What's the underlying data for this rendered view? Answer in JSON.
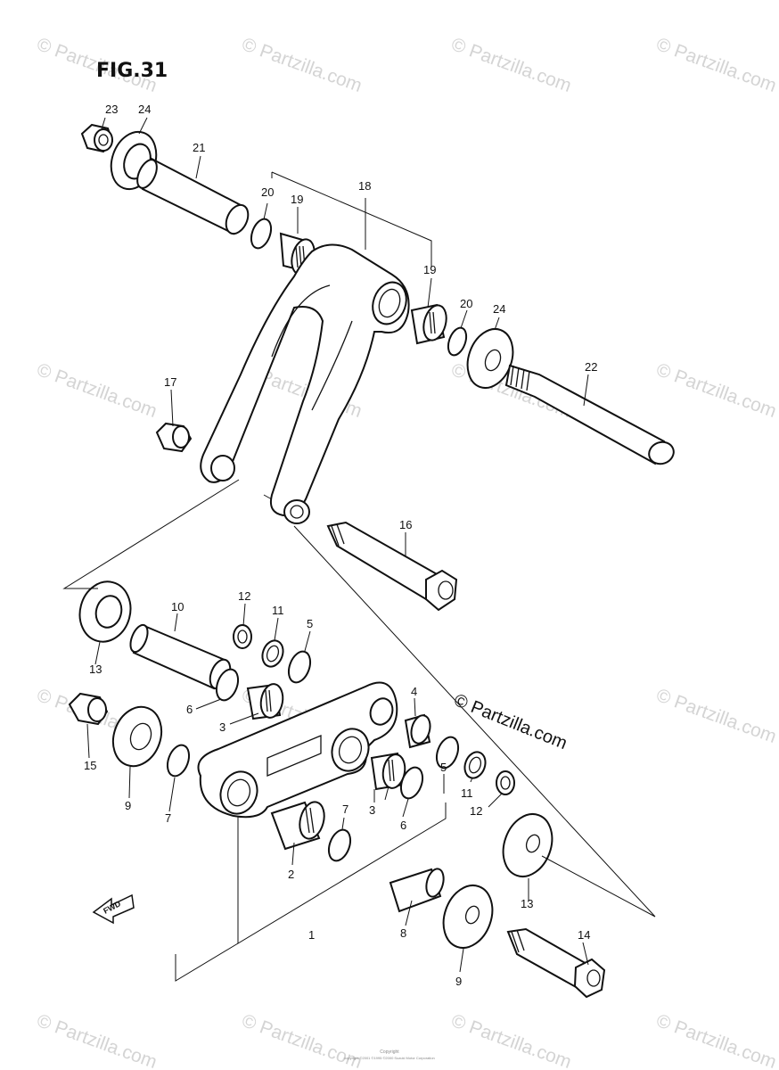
{
  "figure": {
    "title": "FIG.31"
  },
  "watermark": {
    "text": "© Partzilla.com"
  },
  "callouts": {
    "c23": "23",
    "c24a": "24",
    "c21": "21",
    "c20a": "20",
    "c19a": "19",
    "c18": "18",
    "c19b": "19",
    "c20b": "20",
    "c24b": "24",
    "c22": "22",
    "c17": "17",
    "c16": "16",
    "c10": "10",
    "c12a": "12",
    "c11a": "11",
    "c5a": "5",
    "c13a": "13",
    "c6a": "6",
    "c3a": "3",
    "c4": "4",
    "c15": "15",
    "c9a": "9",
    "c7a": "7",
    "c11b": "11",
    "c12b": "12",
    "c5b": "5",
    "c3b": "3",
    "c6b": "6",
    "c7b": "7",
    "c2": "2",
    "c13b": "13",
    "c8": "8",
    "c1": "1",
    "c14": "14",
    "c9b": "9"
  },
  "fwd_arrow": {
    "label": "FWD"
  },
  "footer": {
    "text": "Copyright",
    "subtext": "copyright ©2001 ©1995 ©2000 Suzuki Motor Corporation"
  }
}
